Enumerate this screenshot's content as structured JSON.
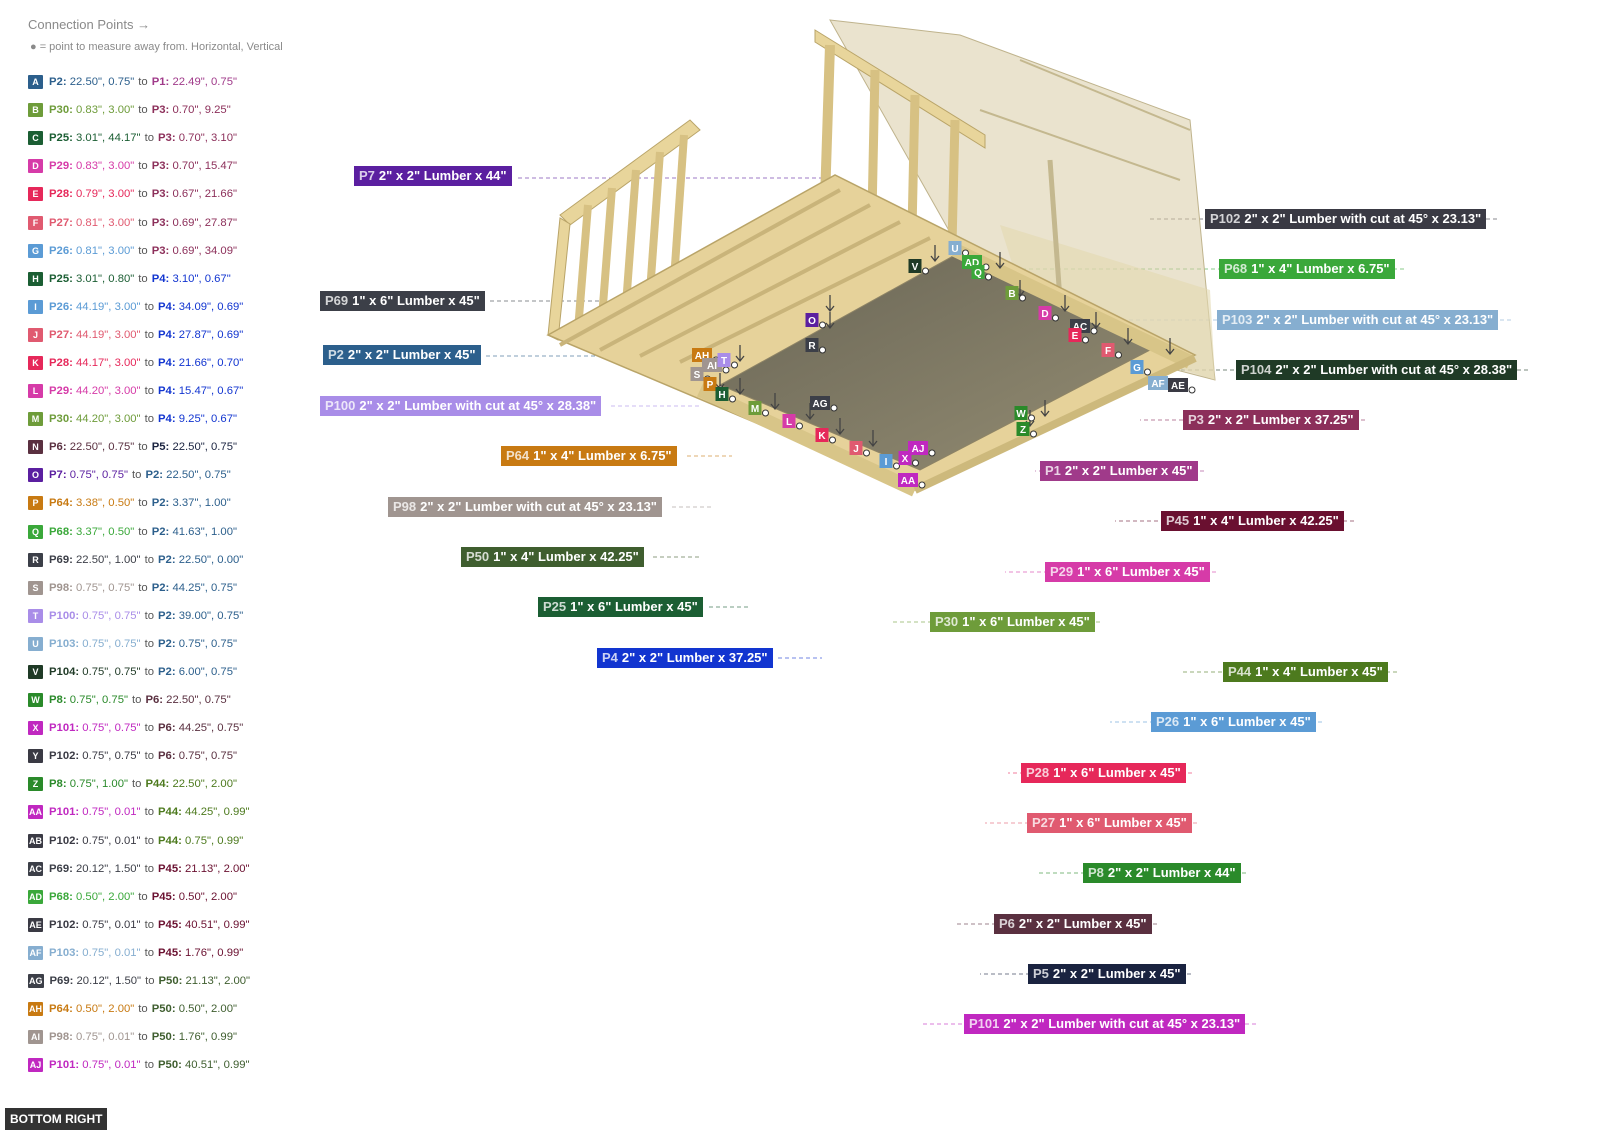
{
  "legend": {
    "title": "Connection Points →",
    "note": "● = point to measure away from. Horizontal, Vertical",
    "items": [
      {
        "code": "A",
        "color": "#2c5f8c",
        "pa": "P2:",
        "pac": "#2c5f8c",
        "va": "22.50\", 0.75\"",
        "pb": "P1:",
        "pbc": "#a03a8a",
        "vb": "22.49\", 0.75\""
      },
      {
        "code": "B",
        "color": "#6e9c3a",
        "pa": "P30:",
        "pac": "#6e9c3a",
        "va": "0.83\", 3.00\"",
        "pb": "P3:",
        "pbc": "#8c2f5a",
        "vb": "0.70\", 9.25\""
      },
      {
        "code": "C",
        "color": "#1b5e33",
        "pa": "P25:",
        "pac": "#1b5e33",
        "va": "3.01\", 44.17\"",
        "pb": "P3:",
        "pbc": "#8c2f5a",
        "vb": "0.70\", 3.10\""
      },
      {
        "code": "D",
        "color": "#d63ba8",
        "pa": "P29:",
        "pac": "#d63ba8",
        "va": "0.83\", 3.00\"",
        "pb": "P3:",
        "pbc": "#8c2f5a",
        "vb": "0.70\", 15.47\""
      },
      {
        "code": "E",
        "color": "#e6285a",
        "pa": "P28:",
        "pac": "#e6285a",
        "va": "0.79\", 3.00\"",
        "pb": "P3:",
        "pbc": "#8c2f5a",
        "vb": "0.67\", 21.66\""
      },
      {
        "code": "F",
        "color": "#e05a70",
        "pa": "P27:",
        "pac": "#e05a70",
        "va": "0.81\", 3.00\"",
        "pb": "P3:",
        "pbc": "#8c2f5a",
        "vb": "0.69\", 27.87\""
      },
      {
        "code": "G",
        "color": "#5b9bd5",
        "pa": "P26:",
        "pac": "#5b9bd5",
        "va": "0.81\", 3.00\"",
        "pb": "P3:",
        "pbc": "#8c2f5a",
        "vb": "0.69\", 34.09\""
      },
      {
        "code": "H",
        "color": "#1b5e33",
        "pa": "P25:",
        "pac": "#1b5e33",
        "va": "3.01\", 0.80\"",
        "pb": "P4:",
        "pbc": "#1235d0",
        "vb": "3.10\", 0.67\""
      },
      {
        "code": "I",
        "color": "#5b9bd5",
        "pa": "P26:",
        "pac": "#5b9bd5",
        "va": "44.19\", 3.00\"",
        "pb": "P4:",
        "pbc": "#1235d0",
        "vb": "34.09\", 0.69\""
      },
      {
        "code": "J",
        "color": "#e05a70",
        "pa": "P27:",
        "pac": "#e05a70",
        "va": "44.19\", 3.00\"",
        "pb": "P4:",
        "pbc": "#1235d0",
        "vb": "27.87\", 0.69\""
      },
      {
        "code": "K",
        "color": "#e6285a",
        "pa": "P28:",
        "pac": "#e6285a",
        "va": "44.17\", 3.00\"",
        "pb": "P4:",
        "pbc": "#1235d0",
        "vb": "21.66\", 0.70\""
      },
      {
        "code": "L",
        "color": "#d63ba8",
        "pa": "P29:",
        "pac": "#d63ba8",
        "va": "44.20\", 3.00\"",
        "pb": "P4:",
        "pbc": "#1235d0",
        "vb": "15.47\", 0.67\""
      },
      {
        "code": "M",
        "color": "#6e9c3a",
        "pa": "P30:",
        "pac": "#6e9c3a",
        "va": "44.20\", 3.00\"",
        "pb": "P4:",
        "pbc": "#1235d0",
        "vb": "9.25\", 0.67\""
      },
      {
        "code": "N",
        "color": "#5a3040",
        "pa": "P6:",
        "pac": "#5a3040",
        "va": "22.50\", 0.75\"",
        "pb": "P5:",
        "pbc": "#1a2340",
        "vb": "22.50\", 0.75\""
      },
      {
        "code": "O",
        "color": "#5b1fa0",
        "pa": "P7:",
        "pac": "#5b1fa0",
        "va": "0.75\", 0.75\"",
        "pb": "P2:",
        "pbc": "#2c5f8c",
        "vb": "22.50\", 0.75\""
      },
      {
        "code": "P",
        "color": "#c87a12",
        "pa": "P64:",
        "pac": "#c87a12",
        "va": "3.38\", 0.50\"",
        "pb": "P2:",
        "pbc": "#2c5f8c",
        "vb": "3.37\", 1.00\""
      },
      {
        "code": "Q",
        "color": "#3aa83a",
        "pa": "P68:",
        "pac": "#3aa83a",
        "va": "3.37\", 0.50\"",
        "pb": "P2:",
        "pbc": "#2c5f8c",
        "vb": "41.63\", 1.00\""
      },
      {
        "code": "R",
        "color": "#3c3f48",
        "pa": "P69:",
        "pac": "#3c3f48",
        "va": "22.50\", 1.00\"",
        "pb": "P2:",
        "pbc": "#2c5f8c",
        "vb": "22.50\", 0.00\""
      },
      {
        "code": "S",
        "color": "#a09590",
        "pa": "P98:",
        "pac": "#a09590",
        "va": "0.75\", 0.75\"",
        "pb": "P2:",
        "pbc": "#2c5f8c",
        "vb": "44.25\", 0.75\""
      },
      {
        "code": "T",
        "color": "#a98de8",
        "pa": "P100:",
        "pac": "#a98de8",
        "va": "0.75\", 0.75\"",
        "pb": "P2:",
        "pbc": "#2c5f8c",
        "vb": "39.00\", 0.75\""
      },
      {
        "code": "U",
        "color": "#86aed0",
        "pa": "P103:",
        "pac": "#86aed0",
        "va": "0.75\", 0.75\"",
        "pb": "P2:",
        "pbc": "#2c5f8c",
        "vb": "0.75\", 0.75\""
      },
      {
        "code": "V",
        "color": "#1f3a26",
        "pa": "P104:",
        "pac": "#1f3a26",
        "va": "0.75\", 0.75\"",
        "pb": "P2:",
        "pbc": "#2c5f8c",
        "vb": "6.00\", 0.75\""
      },
      {
        "code": "W",
        "color": "#2a8a2a",
        "pa": "P8:",
        "pac": "#2a8a2a",
        "va": "0.75\", 0.75\"",
        "pb": "P6:",
        "pbc": "#5a3040",
        "vb": "22.50\", 0.75\""
      },
      {
        "code": "X",
        "color": "#c028c0",
        "pa": "P101:",
        "pac": "#c028c0",
        "va": "0.75\", 0.75\"",
        "pb": "P6:",
        "pbc": "#5a3040",
        "vb": "44.25\", 0.75\""
      },
      {
        "code": "Y",
        "color": "#3a3a44",
        "pa": "P102:",
        "pac": "#3a3a44",
        "va": "0.75\", 0.75\"",
        "pb": "P6:",
        "pbc": "#5a3040",
        "vb": "0.75\", 0.75\""
      },
      {
        "code": "Z",
        "color": "#2a8a2a",
        "pa": "P8:",
        "pac": "#2a8a2a",
        "va": "0.75\", 1.00\"",
        "pb": "P44:",
        "pbc": "#4d7a1e",
        "vb": "22.50\", 2.00\""
      },
      {
        "code": "AA",
        "color": "#c028c0",
        "pa": "P101:",
        "pac": "#c028c0",
        "va": "0.75\", 0.01\"",
        "pb": "P44:",
        "pbc": "#4d7a1e",
        "vb": "44.25\", 0.99\""
      },
      {
        "code": "AB",
        "color": "#3a3a44",
        "pa": "P102:",
        "pac": "#3a3a44",
        "va": "0.75\", 0.01\"",
        "pb": "P44:",
        "pbc": "#4d7a1e",
        "vb": "0.75\", 0.99\""
      },
      {
        "code": "AC",
        "color": "#3c3f48",
        "pa": "P69:",
        "pac": "#3c3f48",
        "va": "20.12\", 1.50\"",
        "pb": "P45:",
        "pbc": "#6a1030",
        "vb": "21.13\", 2.00\""
      },
      {
        "code": "AD",
        "color": "#3aa83a",
        "pa": "P68:",
        "pac": "#3aa83a",
        "va": "0.50\", 2.00\"",
        "pb": "P45:",
        "pbc": "#6a1030",
        "vb": "0.50\", 2.00\""
      },
      {
        "code": "AE",
        "color": "#3a3a44",
        "pa": "P102:",
        "pac": "#3a3a44",
        "va": "0.75\", 0.01\"",
        "pb": "P45:",
        "pbc": "#6a1030",
        "vb": "40.51\", 0.99\""
      },
      {
        "code": "AF",
        "color": "#86aed0",
        "pa": "P103:",
        "pac": "#86aed0",
        "va": "0.75\", 0.01\"",
        "pb": "P45:",
        "pbc": "#6a1030",
        "vb": "1.76\", 0.99\""
      },
      {
        "code": "AG",
        "color": "#3c3f48",
        "pa": "P69:",
        "pac": "#3c3f48",
        "va": "20.12\", 1.50\"",
        "pb": "P50:",
        "pbc": "#3f5e2f",
        "vb": "21.13\", 2.00\""
      },
      {
        "code": "AH",
        "color": "#c87a12",
        "pa": "P64:",
        "pac": "#c87a12",
        "va": "0.50\", 2.00\"",
        "pb": "P50:",
        "pbc": "#3f5e2f",
        "vb": "0.50\", 2.00\""
      },
      {
        "code": "AI",
        "color": "#a09590",
        "pa": "P98:",
        "pac": "#a09590",
        "va": "0.75\", 0.01\"",
        "pb": "P50:",
        "pbc": "#3f5e2f",
        "vb": "1.76\", 0.99\""
      },
      {
        "code": "AJ",
        "color": "#c028c0",
        "pa": "P101:",
        "pac": "#c028c0",
        "va": "0.75\", 0.01\"",
        "pb": "P50:",
        "pbc": "#3f5e2f",
        "vb": "40.51\", 0.99\""
      }
    ]
  },
  "view_label": "BOTTOM RIGHT",
  "parts": [
    {
      "id": "P7",
      "desc": "2\" x 2\" Lumber x 44\"",
      "color": "#5b1fa0"
    },
    {
      "id": "P69",
      "desc": "1\" x 6\" Lumber x 45\"",
      "color": "#3c3f48"
    },
    {
      "id": "P2",
      "desc": "2\" x 2\" Lumber x 45\"",
      "color": "#2c5f8c"
    },
    {
      "id": "P100",
      "desc": "2\" x 2\" Lumber with cut at 45° x 28.38\"",
      "color": "#a98de8"
    },
    {
      "id": "P64",
      "desc": "1\" x 4\" Lumber  x 6.75\"",
      "color": "#c87a12"
    },
    {
      "id": "P98",
      "desc": "2\" x 2\" Lumber with cut at 45° x 23.13\"",
      "color": "#a09590"
    },
    {
      "id": "P50",
      "desc": "1\" x 4\" Lumber  x 42.25\"",
      "color": "#3f5e2f"
    },
    {
      "id": "P25",
      "desc": "1\" x 6\" Lumber x 45\"",
      "color": "#1b5e33"
    },
    {
      "id": "P4",
      "desc": "2\" x 2\" Lumber x 37.25\"",
      "color": "#1235d0"
    },
    {
      "id": "P102",
      "desc": "2\" x 2\" Lumber with cut at 45° x 23.13\"",
      "color": "#3a3a44"
    },
    {
      "id": "P68",
      "desc": "1\" x 4\" Lumber  x 6.75\"",
      "color": "#3aa83a"
    },
    {
      "id": "P103",
      "desc": "2\" x 2\" Lumber with cut at 45° x 23.13\"",
      "color": "#86aed0"
    },
    {
      "id": "P104",
      "desc": "2\" x 2\" Lumber with cut at 45° x 28.38\"",
      "color": "#1f3a26"
    },
    {
      "id": "P3",
      "desc": "2\" x 2\" Lumber x 37.25\"",
      "color": "#8c2f5a"
    },
    {
      "id": "P1",
      "desc": "2\" x 2\" Lumber x 45\"",
      "color": "#a03a8a"
    },
    {
      "id": "P45",
      "desc": "1\" x 4\" Lumber  x 42.25\"",
      "color": "#6a1030"
    },
    {
      "id": "P29",
      "desc": "1\" x 6\" Lumber x 45\"",
      "color": "#d63ba8"
    },
    {
      "id": "P30",
      "desc": "1\" x 6\" Lumber x 45\"",
      "color": "#6e9c3a"
    },
    {
      "id": "P44",
      "desc": "1\" x 4\" Lumber  x 45\"",
      "color": "#4d7a1e"
    },
    {
      "id": "P26",
      "desc": "1\" x 6\" Lumber x 45\"",
      "color": "#5b9bd5"
    },
    {
      "id": "P28",
      "desc": "1\" x 6\" Lumber x 45\"",
      "color": "#e6285a"
    },
    {
      "id": "P27",
      "desc": "1\" x 6\" Lumber x 45\"",
      "color": "#e05a70"
    },
    {
      "id": "P8",
      "desc": "2\" x 2\" Lumber x 44\"",
      "color": "#2a8a2a"
    },
    {
      "id": "P6",
      "desc": "2\" x 2\" Lumber x 45\"",
      "color": "#5a3040"
    },
    {
      "id": "P5",
      "desc": "2\" x 2\" Lumber x 45\"",
      "color": "#1a2340"
    },
    {
      "id": "P101",
      "desc": "2\" x 2\" Lumber with cut at 45° x 23.13\"",
      "color": "#c028c0"
    }
  ]
}
